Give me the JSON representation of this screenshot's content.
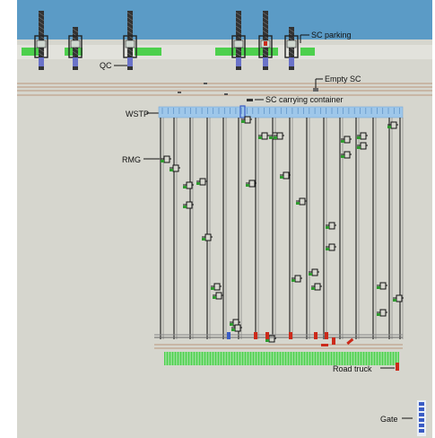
{
  "labels": {
    "sc_parking": "SC parking",
    "qc": "QC",
    "empty_sc": "Empty SC",
    "sc_carrying": "SC carrying container",
    "wstp": "WSTP",
    "rmg": "RMG",
    "road_truck": "Road truck",
    "gate": "Gate"
  },
  "colors": {
    "water": "#5b9bc6",
    "yard": "#d6d6ce",
    "quay_green": "#4dd04d",
    "wstp_blue": "#9ec7ea",
    "rmg_green": "#2f9a2f",
    "lane": "#1a1a1a",
    "truck_red": "#cc2a1a",
    "container_blue": "#3a5cc4"
  }
}
